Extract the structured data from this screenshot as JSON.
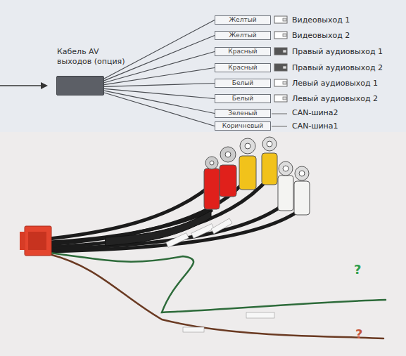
{
  "diagram": {
    "nodes": [
      {
        "text": [
          "Кабель AV выходов (опция)"
        ]
      },
      {
        "text": [
          "Желтый"
        ]
      },
      {
        "text": [
          "Желтый"
        ]
      },
      {
        "text": [
          "Красный"
        ]
      },
      {
        "text": [
          "Красный"
        ]
      },
      {
        "text": [
          "Белый"
        ]
      },
      {
        "text": [
          "Белый"
        ]
      },
      {
        "text": [
          "Зеленый"
        ]
      },
      {
        "text": [
          "Коричневый"
        ]
      }
    ],
    "edges": [
      {
        "from": 0,
        "to": 1,
        "arrow": "none"
      },
      {
        "from": 0,
        "to": 2,
        "arrow": "none"
      },
      {
        "from": 0,
        "to": 3,
        "arrow": "none"
      },
      {
        "from": 0,
        "to": 4,
        "arrow": "none"
      },
      {
        "from": 0,
        "to": 5,
        "arrow": "none"
      },
      {
        "from": 0,
        "to": 6,
        "arrow": "none"
      },
      {
        "from": 0,
        "to": 7,
        "arrow": "none"
      },
      {
        "from": 0,
        "to": 8,
        "arrow": "none"
      }
    ],
    "labels": [
      "Видеовыход 1",
      "Видеовыход 2",
      "Правый аудиовыход 1",
      "Правый аудиовыход 2",
      "Левый аудиовыход 1",
      "Левый аудиовыход 2",
      "CAN-шина2",
      "CAN-шина1",
      "?",
      "?"
    ]
  }
}
